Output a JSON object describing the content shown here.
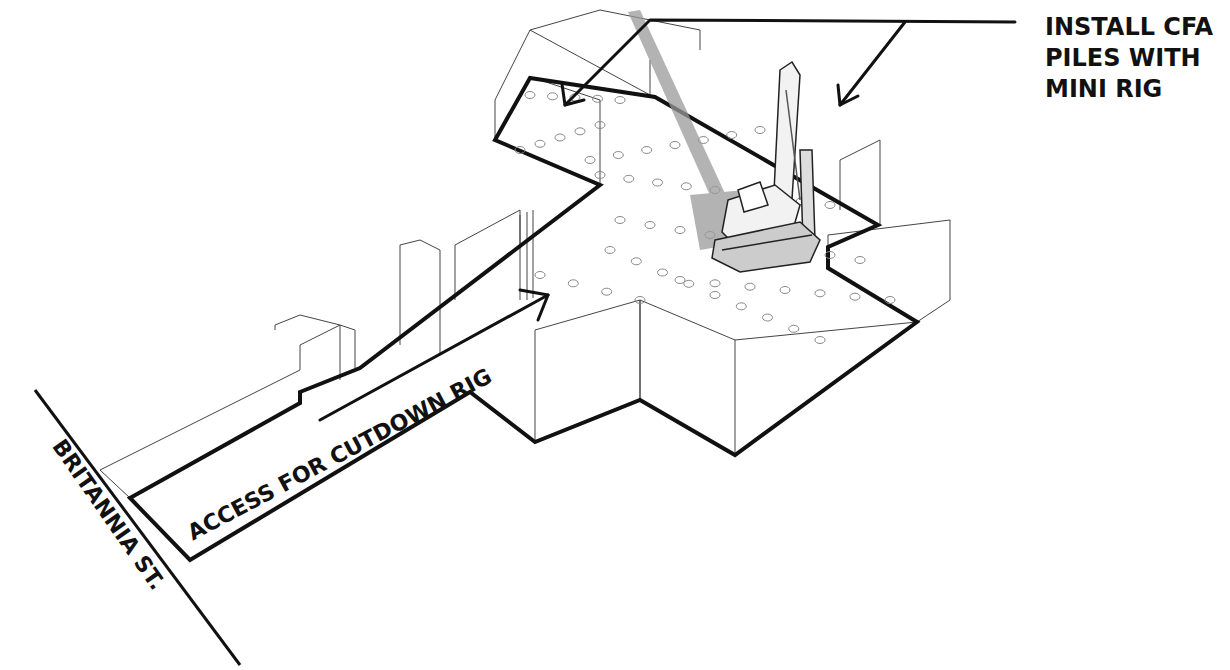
{
  "diagram": {
    "labels": [
      "INSTALL CFA PILES WITH MINI RIG",
      "ACCESS FOR CUTDOWN RIG",
      "BRITANNIA ST."
    ]
  }
}
